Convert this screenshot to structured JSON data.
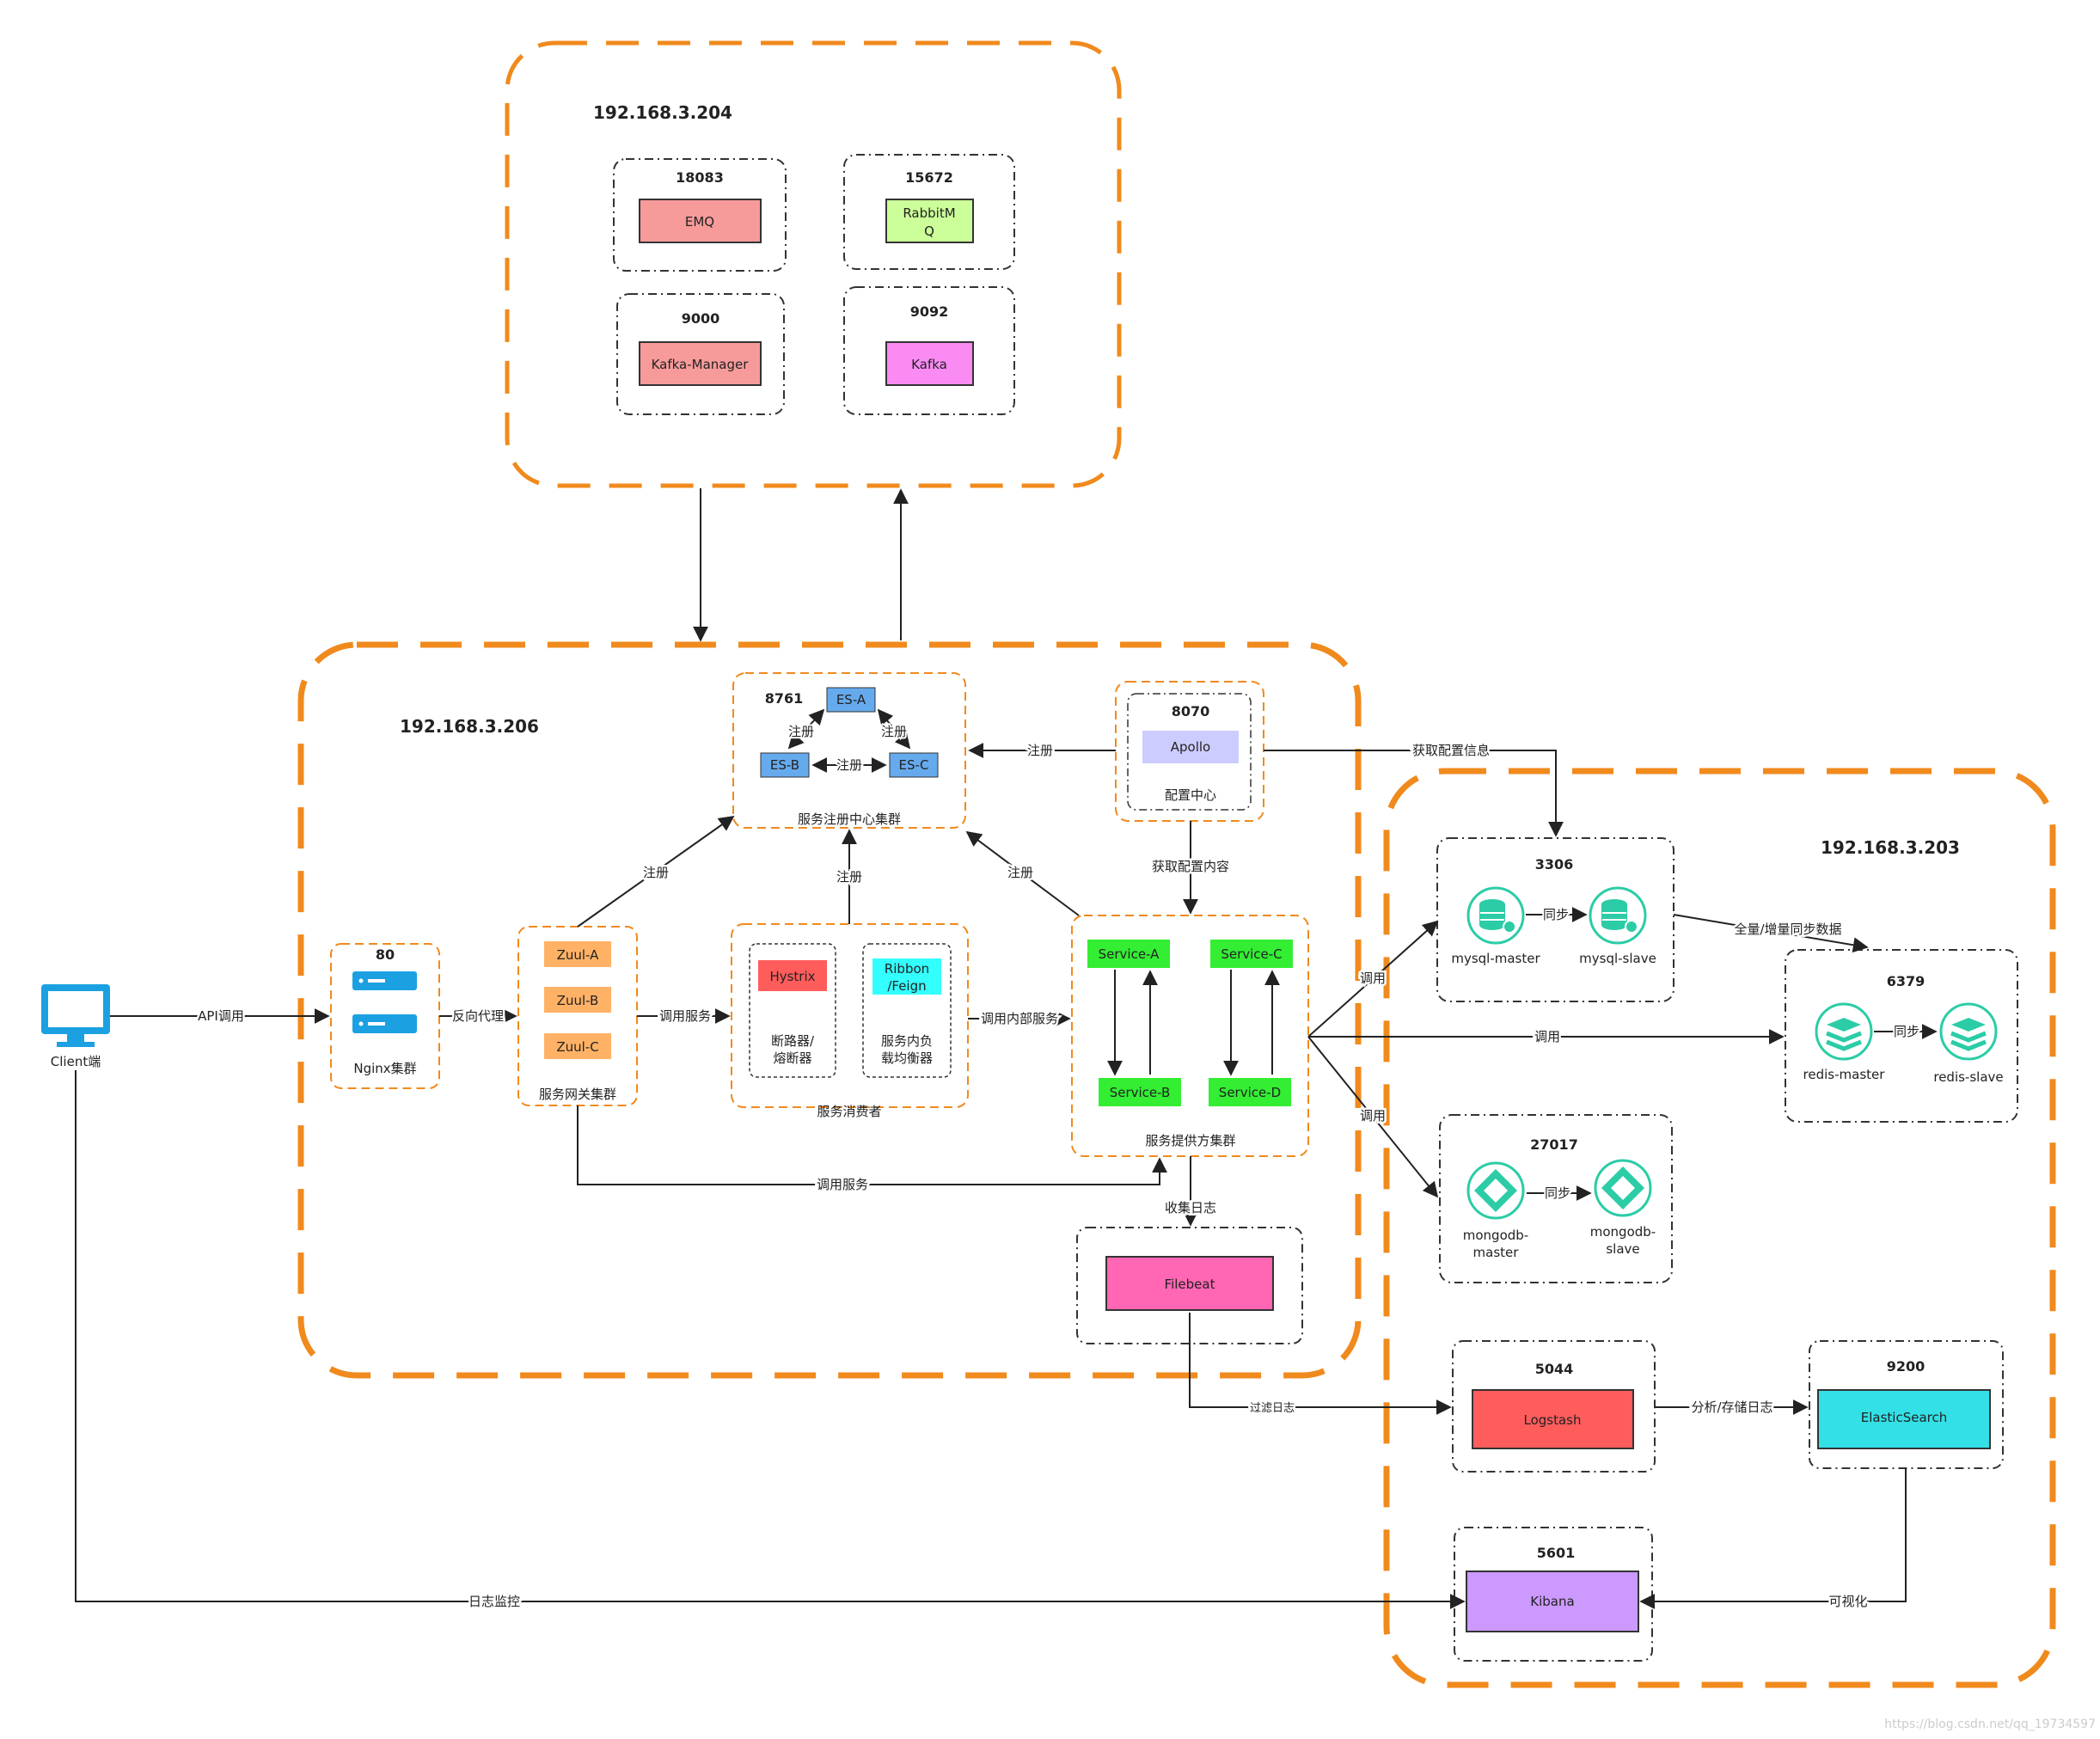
{
  "hosts": {
    "h204": "192.168.3.204",
    "h206": "192.168.3.206",
    "h203": "192.168.3.203"
  },
  "mq": {
    "emq_port": "18083",
    "emq": "EMQ",
    "rabbit_port": "15672",
    "rabbit_l1": "RabbitM",
    "rabbit_l2": "Q",
    "kafkamgr_port": "9000",
    "kafkamgr": "Kafka-Manager",
    "kafka_port": "9092",
    "kafka": "Kafka"
  },
  "registry": {
    "port": "8761",
    "esa": "ES-A",
    "esb": "ES-B",
    "esc": "ES-C",
    "reg_ab": "注册",
    "reg_ac": "注册",
    "reg_bc": "注册",
    "caption": "服务注册中心集群"
  },
  "config": {
    "port": "8070",
    "apollo": "Apollo",
    "caption": "配置中心"
  },
  "nginx": {
    "port": "80",
    "caption": "Nginx集群"
  },
  "gateway": {
    "a": "Zuul-A",
    "b": "Zuul-B",
    "c": "Zuul-C",
    "caption": "服务网关集群"
  },
  "consumer": {
    "hystrix": "Hystrix",
    "hystrix_l1": "断路器/",
    "hystrix_l2": "熔断器",
    "ribbon_l1": "Ribbon",
    "ribbon_l2": "/Feign",
    "ribbon_c1": "服务内负",
    "ribbon_c2": "载均衡器",
    "caption": "服务消费者"
  },
  "provider": {
    "a": "Service-A",
    "b": "Service-B",
    "c": "Service-C",
    "d": "Service-D",
    "caption": "服务提供方集群"
  },
  "filebeat": {
    "label": "Filebeat"
  },
  "client": {
    "label": "Client端"
  },
  "mysql": {
    "port": "3306",
    "master": "mysql-master",
    "slave": "mysql-slave",
    "sync": "同步"
  },
  "redis": {
    "port": "6379",
    "master": "redis-master",
    "slave": "redis-slave",
    "sync": "同步"
  },
  "mongo": {
    "port": "27017",
    "master_l1": "mongodb-",
    "master_l2": "master",
    "slave_l1": "mongodb-",
    "slave_l2": "slave",
    "sync": "同步"
  },
  "logstash": {
    "port": "5044",
    "label": "Logstash"
  },
  "es": {
    "port": "9200",
    "label": "ElasticSearch"
  },
  "kibana": {
    "port": "5601",
    "label": "Kibana"
  },
  "edges": {
    "api_call": "API调用",
    "reverse_proxy": "反向代理",
    "call_service": "调用服务",
    "call_internal": "调用内部服务",
    "register_gw": "注册",
    "register_consumer": "注册",
    "register_provider": "注册",
    "register_config": "注册",
    "get_config_info": "获取配置信息",
    "get_config_content": "获取配置内容",
    "call_service_bottom": "调用服务",
    "collect_logs": "收集日志",
    "call_mysql": "调用",
    "call_redis": "调用",
    "call_mongo": "调用",
    "full_sync": "全量/增量同步数据",
    "filter_logs": "过滤日志",
    "analyze_store": "分析/存储日志",
    "visualize": "可视化",
    "log_monitor": "日志监控"
  },
  "watermark": "https://blog.csdn.net/qq_19734597",
  "colors": {
    "orange": "#F08A1D",
    "emq": "#F79A9A",
    "rabbit": "#CCFF99",
    "kafkamgr": "#F79A9A",
    "kafka": "#F98BF3",
    "es_blue": "#66AAEE",
    "apollo": "#CCCCFF",
    "zuul": "#FFB266",
    "hystrix": "#FF5C5C",
    "ribbon": "#33FFFF",
    "service": "#33EE33",
    "filebeat": "#FF66B3",
    "logstash": "#FF5C5C",
    "elastic": "#33E0E6",
    "kibana": "#CC99FF",
    "client": "#1BA1E2",
    "teal": "#2BCCA6"
  }
}
